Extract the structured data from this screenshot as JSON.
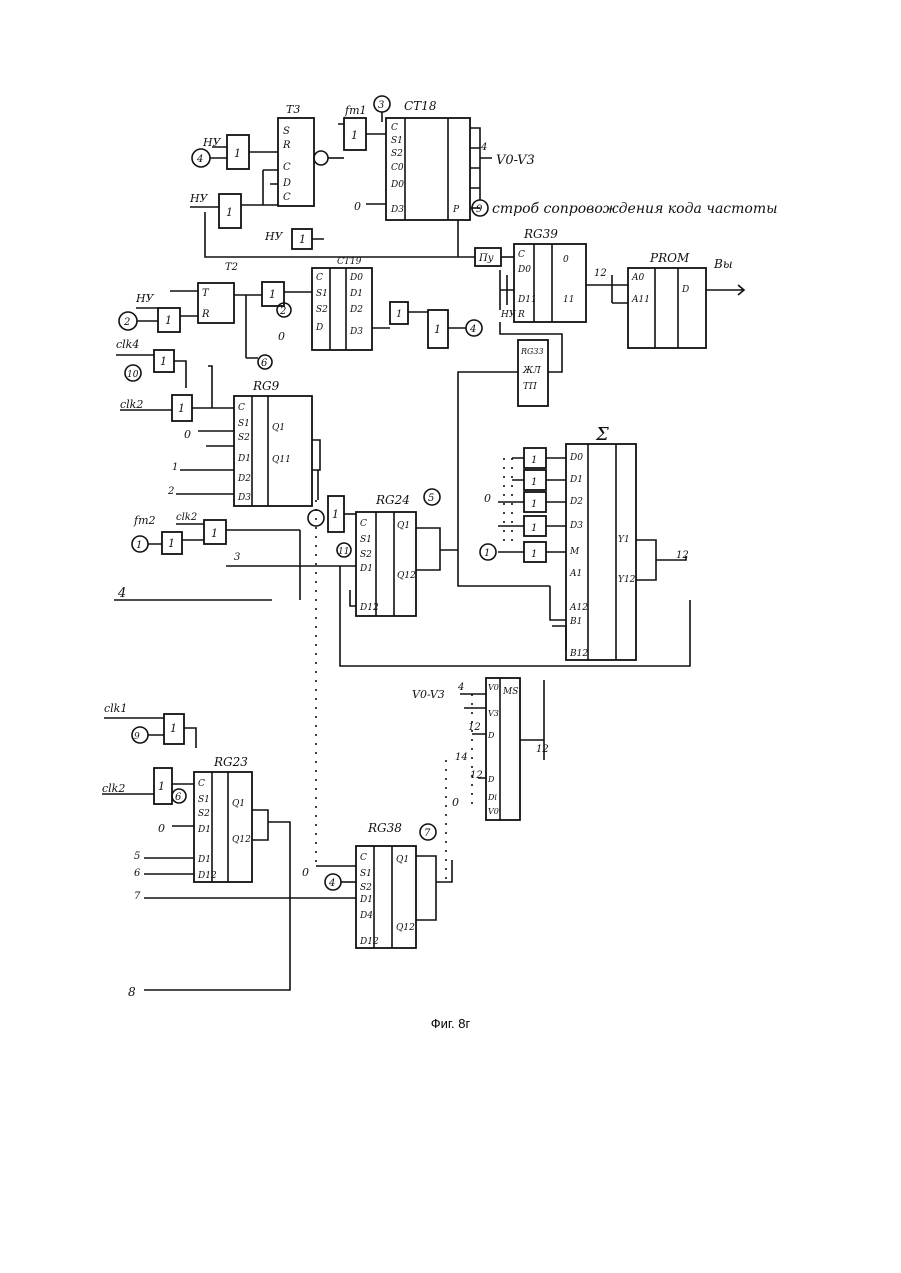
{
  "caption": "Фиг. 8г",
  "annotation_text": "строб сопровождения кода частоты",
  "rom_label": "PROM",
  "output_label": "Вы",
  "sum_label": "Σ",
  "chips": {
    "trigger_top": "T3",
    "ct18": "CT18",
    "rg39": "RG39",
    "ct19": "CT19",
    "rg9": "RG9",
    "rg24": "RG24",
    "rg23": "RG23",
    "rg38": "RG38",
    "ms": "MS",
    "trigger_mid": "T2"
  },
  "signals": {
    "nu": "НУ",
    "nu2": "НУ",
    "nu3": "НУ",
    "nu4": "НУ",
    "clk4": "clk4",
    "clk2a": "clk2",
    "clk1": "clk1",
    "clk2b": "clk2",
    "clk_rg24": "clk2",
    "f_top": "fт1",
    "f_mid": "fт2",
    "pu": "Пу",
    "v0v3": "V0-V3",
    "v0v3b": "V0-V3",
    "zero": "0",
    "bus12": "12",
    "bus12b": "12",
    "bus12c": "12",
    "mux_in": "4",
    "mux_12": "12",
    "mux_14": "14",
    "l1": "1",
    "l2": "2",
    "l3": "3",
    "l4": "4",
    "l5": "5",
    "l6": "6",
    "l7": "7",
    "l8": "8",
    "rg33": "RG33",
    "x_label": "ЖЛ",
    "tp_label": "ТП"
  },
  "nodes": [
    "4",
    "3",
    "9",
    "2",
    "4",
    "6",
    "10",
    "5",
    "1",
    "11",
    "9",
    "6",
    "7",
    "4"
  ]
}
